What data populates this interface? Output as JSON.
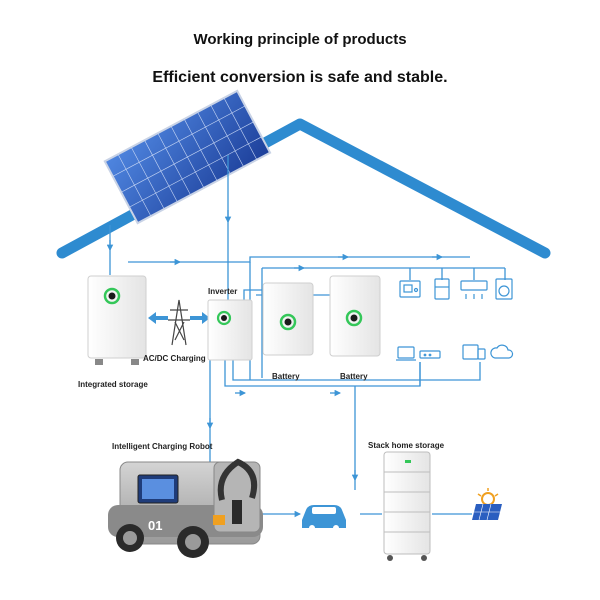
{
  "header": {
    "title": "Working principle of products",
    "subtitle": "Efficient conversion is safe and stable."
  },
  "labels": {
    "integrated_storage": "Integrated storage",
    "ac_dc_charging": "AC/DC Charging",
    "inverter": "Inverter",
    "battery_1": "Battery",
    "battery_2": "Battery",
    "charging_robot": "Intelligent Charging Robot",
    "stack_storage": "Stack home storage",
    "robot_number": "01"
  },
  "colors": {
    "roof": "#2e8bd0",
    "wire": "#3d95d6",
    "device_body": "#f2f2f2",
    "indicator_green": "#34c759",
    "panel": "#2a5ec0"
  },
  "icons": [
    "solar-panel",
    "transmission-tower",
    "thermostat-icon",
    "fridge-icon",
    "air-conditioner-icon",
    "washing-machine-icon",
    "laptop-icon",
    "router-icon",
    "tablet-icon",
    "cloud-icon",
    "car-icon",
    "sun-panel-icon"
  ]
}
